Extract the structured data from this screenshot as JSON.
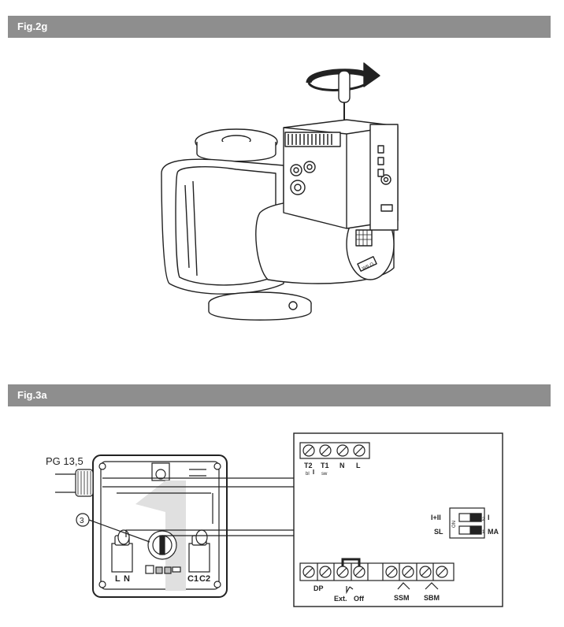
{
  "fig2g": {
    "title": "Fig.2g",
    "nameplate": "WILO"
  },
  "fig3a": {
    "title": "Fig.3a",
    "cable_gland": "PG 13,5",
    "callout": "3",
    "left_box": {
      "terminal_l": "L",
      "terminal_n": "N",
      "terminal_c1": "C1",
      "terminal_c2": "C2"
    },
    "top_terminals": [
      {
        "label": "T2",
        "sub": "bl"
      },
      {
        "label": "T1",
        "sub": "sw"
      },
      {
        "label": "N",
        "sub": ""
      },
      {
        "label": "L",
        "sub": ""
      }
    ],
    "dip": {
      "left_top": "I+II",
      "left_bottom": "SL",
      "right_top": "I",
      "right_bottom": "MA",
      "on": "ON",
      "num1": "1",
      "num2": "2"
    },
    "bottom_labels": {
      "dp": "DP",
      "ext": "Ext.",
      "off": "Off",
      "ssm": "SSM",
      "sbm": "SBM"
    }
  }
}
